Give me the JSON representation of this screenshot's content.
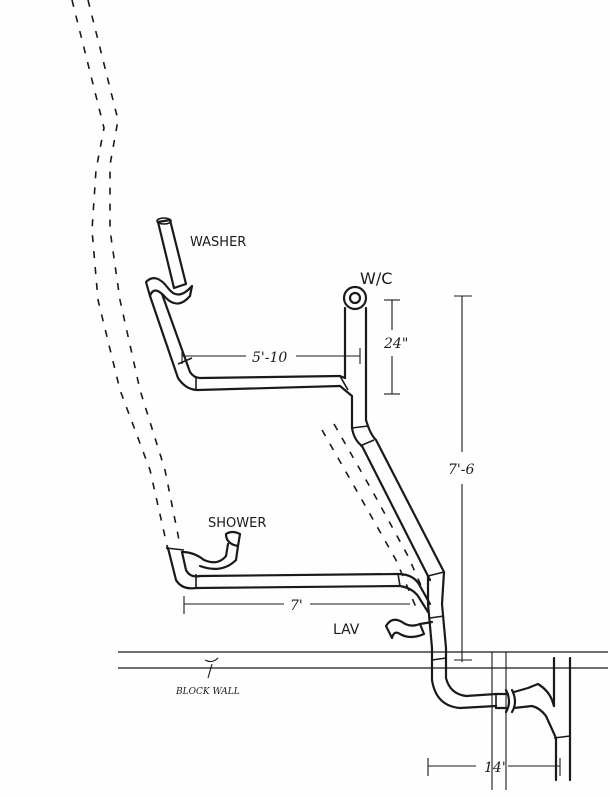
{
  "labels": {
    "washer": "WASHER",
    "wc": "W/C",
    "shower": "SHOWER",
    "lav": "LAV",
    "block_wall": "BLOCK WALL"
  },
  "dimensions": {
    "washer_to_wc": "5'-10",
    "wc_riser": "24\"",
    "vertical_drop": "7'-6",
    "shower_run": "7'",
    "bottom_run": "14'"
  }
}
